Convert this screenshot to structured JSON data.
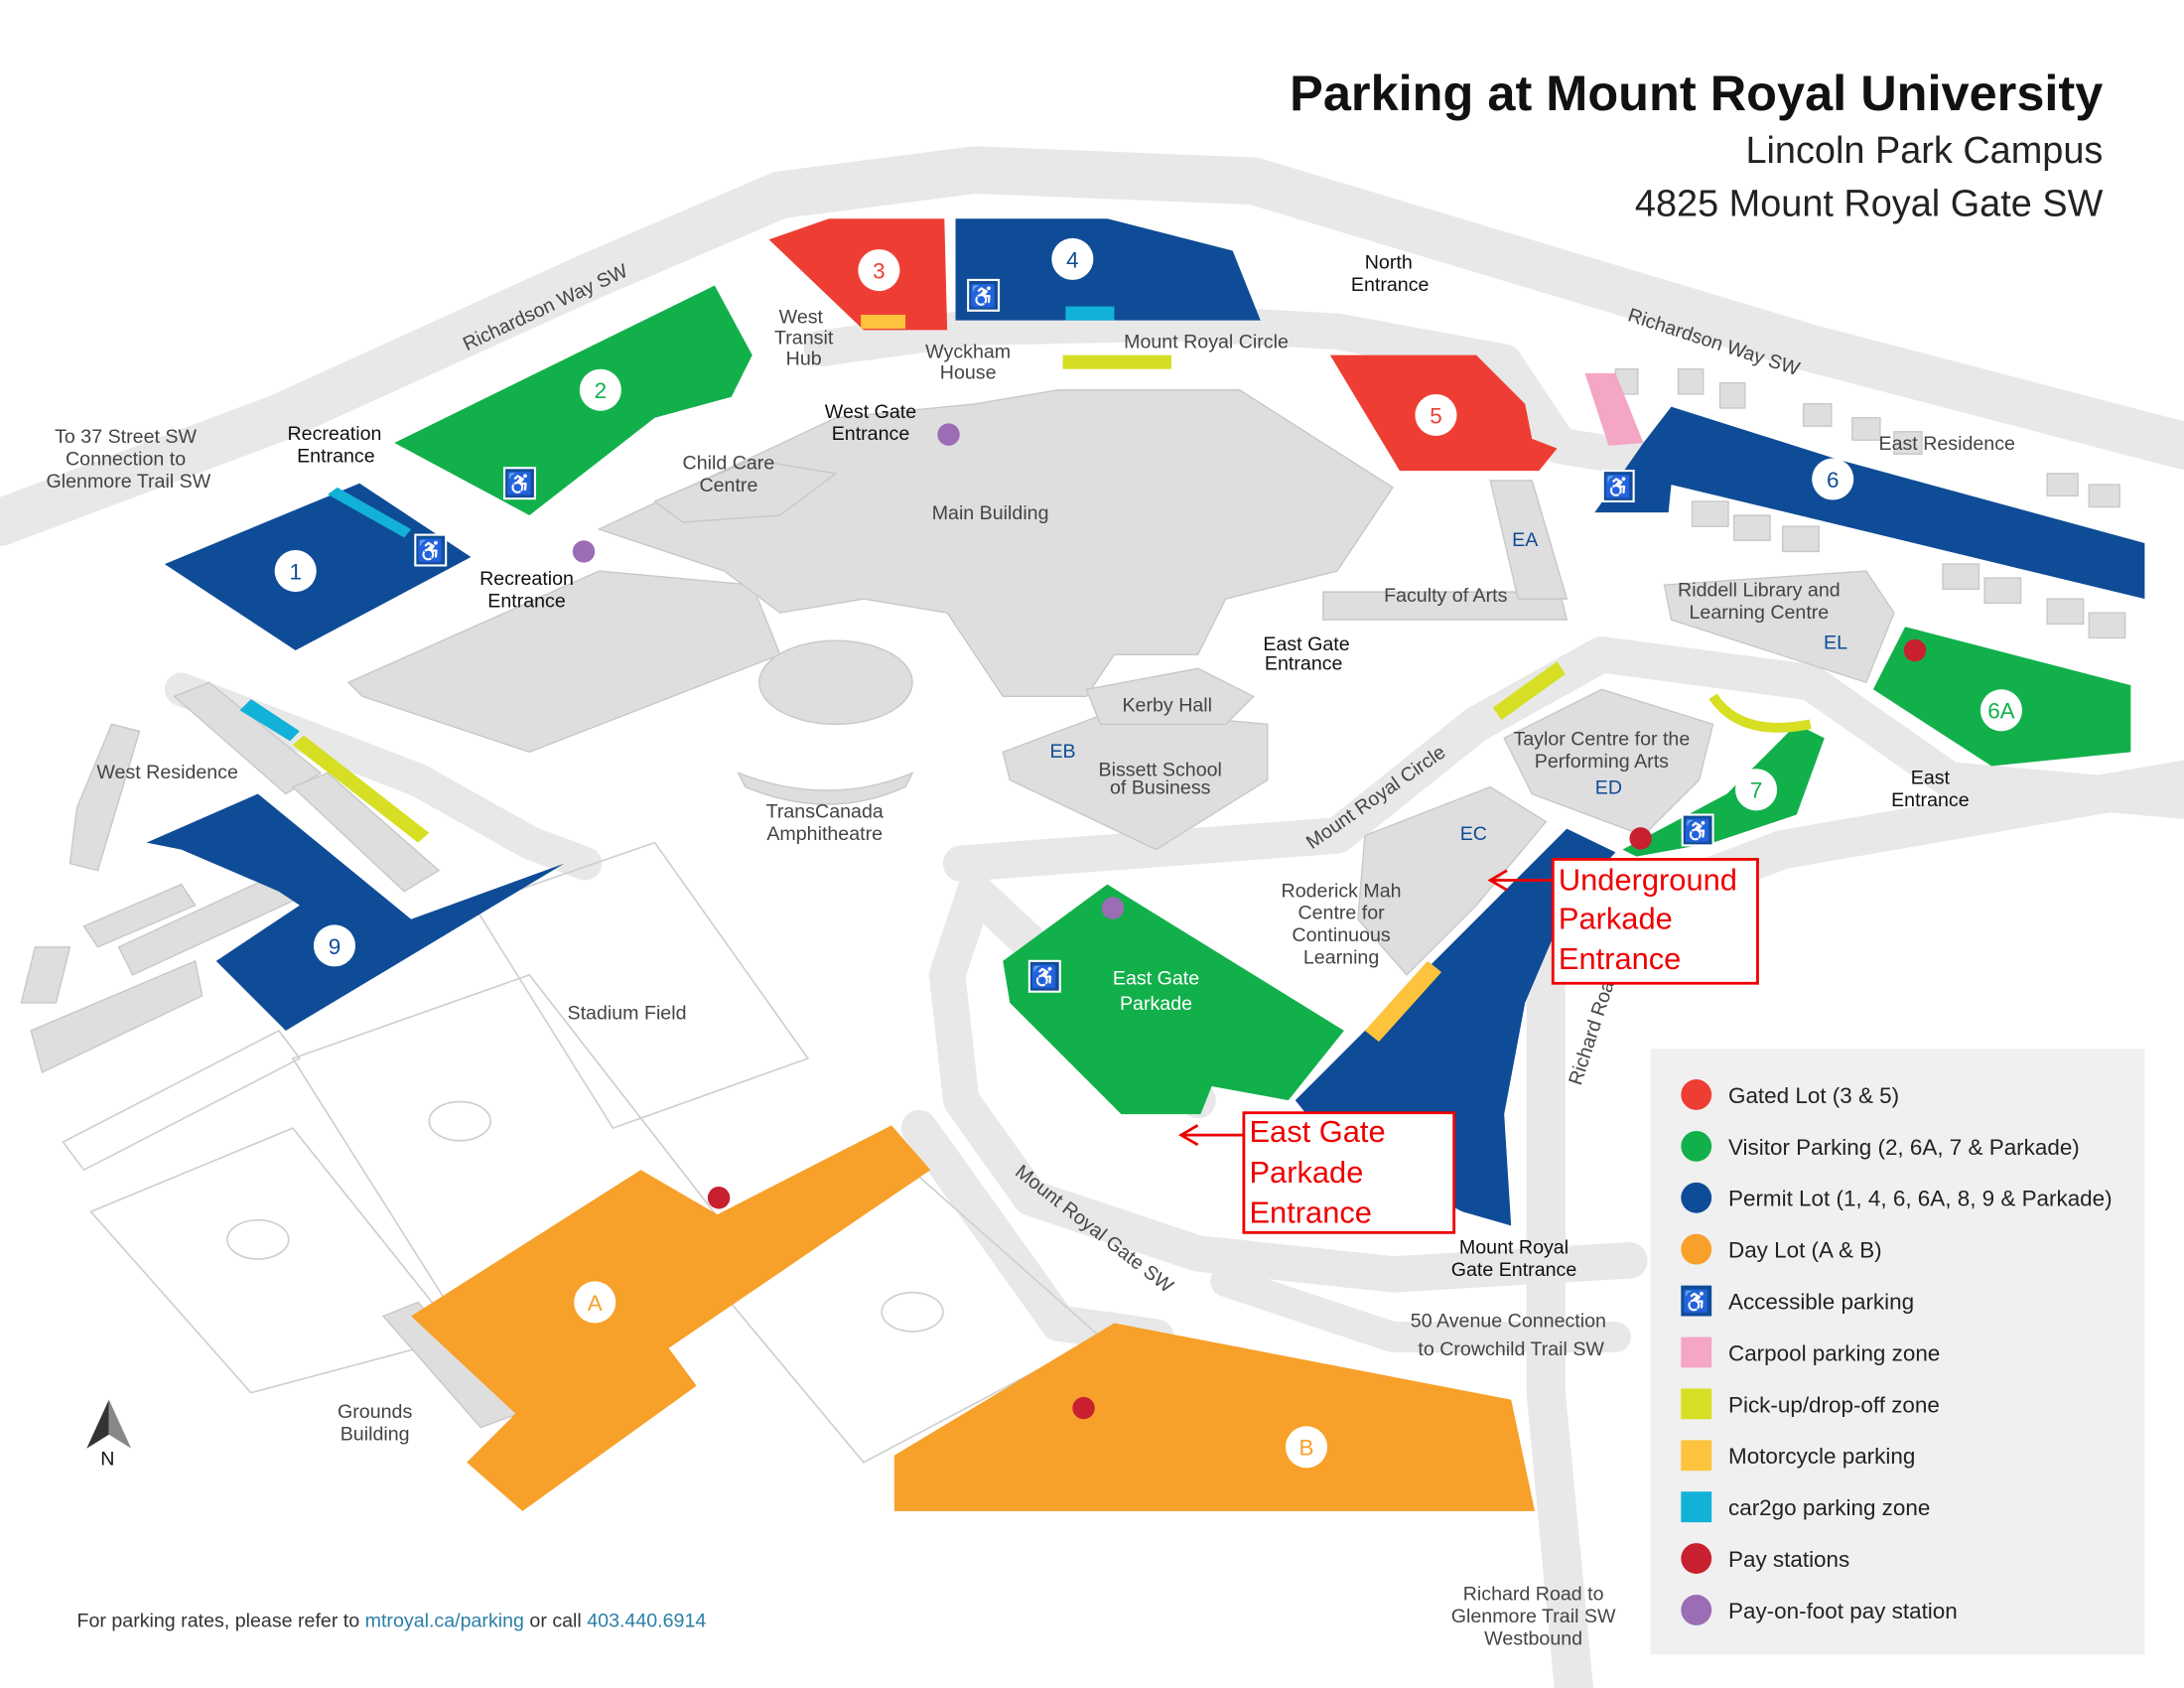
{
  "header": {
    "title": "Parking at Mount Royal University",
    "campus": "Lincoln Park Campus",
    "address": "4825 Mount Royal Gate SW"
  },
  "colors": {
    "gated": "#ee3e33",
    "visitor": "#12b04b",
    "permit": "#0f4c97",
    "day": "#f7a02a",
    "carpool": "#f4a6c4",
    "pickup": "#d6df23",
    "motorcycle": "#fdc33d",
    "car2go": "#12b1d8",
    "pay": "#c8202f",
    "payfoot": "#9b6db5"
  },
  "lots": {
    "l1": "1",
    "l2": "2",
    "l3": "3",
    "l4": "4",
    "l5": "5",
    "l6": "6",
    "l6a": "6A",
    "l7": "7",
    "l9": "9",
    "la": "A",
    "lb": "B"
  },
  "labels": {
    "richardson_way_w": "Richardson Way SW",
    "richardson_way_e": "Richardson Way SW",
    "to37": [
      "To 37 Street SW",
      "Connection to",
      "Glenmore Trail SW"
    ],
    "rec_entrance_1": [
      "Recreation",
      "Entrance"
    ],
    "rec_entrance_2": [
      "Recreation",
      "Entrance"
    ],
    "west_transit": [
      "West",
      "Transit",
      "Hub"
    ],
    "wyckham": [
      "Wyckham",
      "House"
    ],
    "west_gate": [
      "West Gate",
      "Entrance"
    ],
    "child_care": [
      "Child Care",
      "Centre"
    ],
    "main_building": "Main Building",
    "mount_royal_circle_n": "Mount Royal Circle",
    "north_entrance": [
      "North",
      "Entrance"
    ],
    "east_residence": "East Residence",
    "ea": "EA",
    "faculty_arts": "Faculty of Arts",
    "riddell": [
      "Riddell Library and",
      "Learning Centre"
    ],
    "el": "EL",
    "east_gate": [
      "East Gate",
      "Entrance"
    ],
    "kerby": "Kerby Hall",
    "eb": "EB",
    "bissett": [
      "Bissett School",
      "of Business"
    ],
    "transcanada": [
      "TransCanada",
      "Amphitheatre"
    ],
    "west_residence": "West Residence",
    "taylor": [
      "Taylor Centre for the",
      "Performing Arts"
    ],
    "ed": "ED",
    "east_entrance": [
      "East",
      "Entrance"
    ],
    "mount_royal_circle_s": "Mount Royal Circle",
    "ec": "EC",
    "roderick": [
      "Roderick Mah",
      "Centre for",
      "Continuous",
      "Learning"
    ],
    "parkade": [
      "East Gate",
      "Parkade"
    ],
    "stadium": "Stadium Field",
    "richard_road": "Richard Road",
    "mount_royal_gate": "Mount Royal Gate SW",
    "mrg_entrance": [
      "Mount Royal",
      "Gate Entrance"
    ],
    "fifty_ave": [
      "50 Avenue Connection",
      "to Crowchild Trail SW"
    ],
    "grounds": [
      "Grounds",
      "Building"
    ],
    "richard_glenmore": [
      "Richard Road to",
      "Glenmore Trail SW",
      "Westbound"
    ],
    "north": "N"
  },
  "callouts": {
    "underground": [
      "Underground",
      "Parkade",
      "Entrance"
    ],
    "parkade_entrance": [
      "East Gate",
      "Parkade",
      "Entrance"
    ]
  },
  "legend": [
    {
      "label": "Gated Lot (3 & 5)",
      "icon": "circle",
      "color": "#ee3e33"
    },
    {
      "label": "Visitor Parking (2, 6A, 7 & Parkade)",
      "icon": "circle",
      "color": "#12b04b"
    },
    {
      "label": "Permit Lot (1, 4, 6, 6A, 8, 9 & Parkade)",
      "icon": "circle",
      "color": "#0f4c97"
    },
    {
      "label": "Day Lot (A & B)",
      "icon": "circle",
      "color": "#f7a02a"
    },
    {
      "label": "Accessible parking",
      "icon": "wheelchair",
      "color": "#0f4c97"
    },
    {
      "label": "Carpool parking zone",
      "icon": "square",
      "color": "#f4a6c4"
    },
    {
      "label": "Pick-up/drop-off zone",
      "icon": "square",
      "color": "#d6df23"
    },
    {
      "label": "Motorcycle parking",
      "icon": "square",
      "color": "#fdc33d"
    },
    {
      "label": "car2go parking zone",
      "icon": "square",
      "color": "#12b1d8"
    },
    {
      "label": "Pay stations",
      "icon": "circle",
      "color": "#c8202f"
    },
    {
      "label": "Pay-on-foot pay station",
      "icon": "circle",
      "color": "#9b6db5"
    }
  ],
  "footer": {
    "text1": "For parking rates, please refer to ",
    "link": "mtroyal.ca/parking",
    "text2": " or call ",
    "phone": "403.440.6914"
  }
}
